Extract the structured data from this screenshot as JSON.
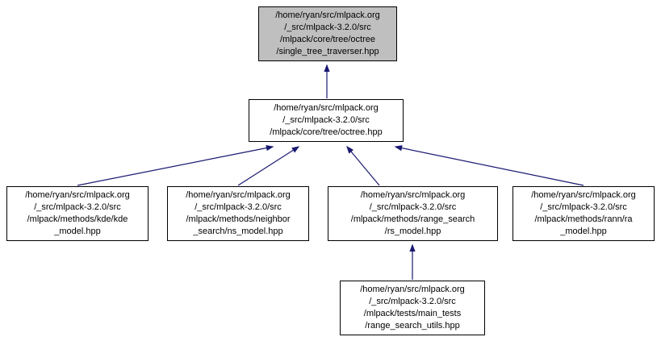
{
  "diagram": {
    "arrow_color": "#191970",
    "node_border_color": "#000000",
    "current_node_fill": "#bfbfbf",
    "nodes": {
      "single_tree_traverser": {
        "lines": [
          "/home/ryan/src/mlpack.org",
          "/_src/mlpack-3.2.0/src",
          "/mlpack/core/tree/octree",
          "/single_tree_traverser.hpp"
        ]
      },
      "octree": {
        "lines": [
          "/home/ryan/src/mlpack.org",
          "/_src/mlpack-3.2.0/src",
          "/mlpack/core/tree/octree.hpp"
        ]
      },
      "kde_model": {
        "lines": [
          "/home/ryan/src/mlpack.org",
          "/_src/mlpack-3.2.0/src",
          "/mlpack/methods/kde/kde",
          "_model.hpp"
        ]
      },
      "ns_model": {
        "lines": [
          "/home/ryan/src/mlpack.org",
          "/_src/mlpack-3.2.0/src",
          "/mlpack/methods/neighbor",
          "_search/ns_model.hpp"
        ]
      },
      "rs_model": {
        "lines": [
          "/home/ryan/src/mlpack.org",
          "/_src/mlpack-3.2.0/src",
          "/mlpack/methods/range_search",
          "/rs_model.hpp"
        ]
      },
      "ra_model": {
        "lines": [
          "/home/ryan/src/mlpack.org",
          "/_src/mlpack-3.2.0/src",
          "/mlpack/methods/rann/ra",
          "_model.hpp"
        ]
      },
      "range_search_utils": {
        "lines": [
          "/home/ryan/src/mlpack.org",
          "/_src/mlpack-3.2.0/src",
          "/mlpack/tests/main_tests",
          "/range_search_utils.hpp"
        ]
      }
    }
  }
}
